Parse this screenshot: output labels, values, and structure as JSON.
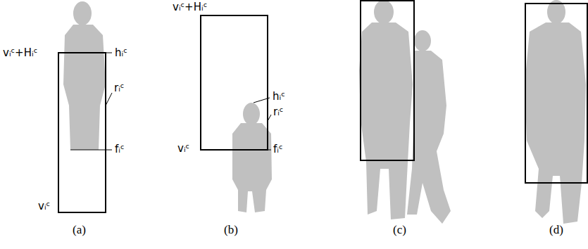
{
  "diagram": {
    "labels": [
      "vᵢᶜ+Hᵢᶜ",
      "hᵢᶜ",
      "rᵢᶜ",
      "fᵢᶜ",
      "vᵢᶜ",
      "vᵢᶜ+Hᵢᶜ",
      "hᵢᶜ",
      "rᵢᶜ",
      "fᵢᶜ",
      "vᵢᶜ",
      "(a)",
      "(b)",
      "(c)",
      "(d)"
    ]
  }
}
